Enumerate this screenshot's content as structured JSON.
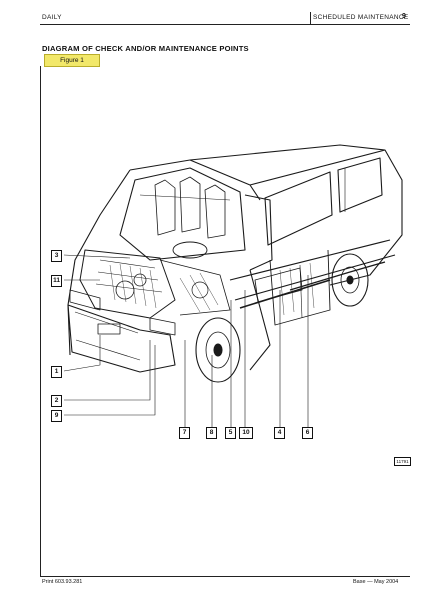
{
  "header": {
    "left": "DAILY",
    "section": "SCHEDULED MAINTENANCE",
    "page_number": "9"
  },
  "title": "DIAGRAM OF CHECK AND/OR MAINTENANCE POINTS",
  "figure_label": "Figure 1",
  "callouts": [
    "3",
    "11",
    "1",
    "2",
    "9",
    "7",
    "8",
    "5",
    "10",
    "4",
    "6"
  ],
  "figure_ref": "11791",
  "footer": {
    "left": "Print 603.93.281",
    "right": "Base — May 2004"
  }
}
